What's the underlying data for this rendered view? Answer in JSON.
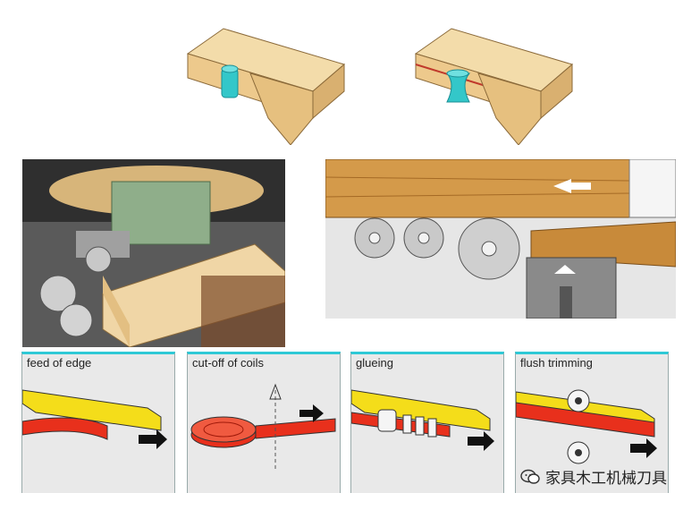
{
  "panels": [
    {
      "label": "feed of edge"
    },
    {
      "label": "cut-off of coils"
    },
    {
      "label": "glueing"
    },
    {
      "label": "flush trimming"
    }
  ],
  "watermark": {
    "text": "家具木工机械刀具",
    "icon": "wechat-icon"
  },
  "colors": {
    "accent": "#2fc9d6",
    "edge_red": "#e8301c",
    "board_yellow": "#f4dd1a",
    "wood": "#e9c98d"
  }
}
